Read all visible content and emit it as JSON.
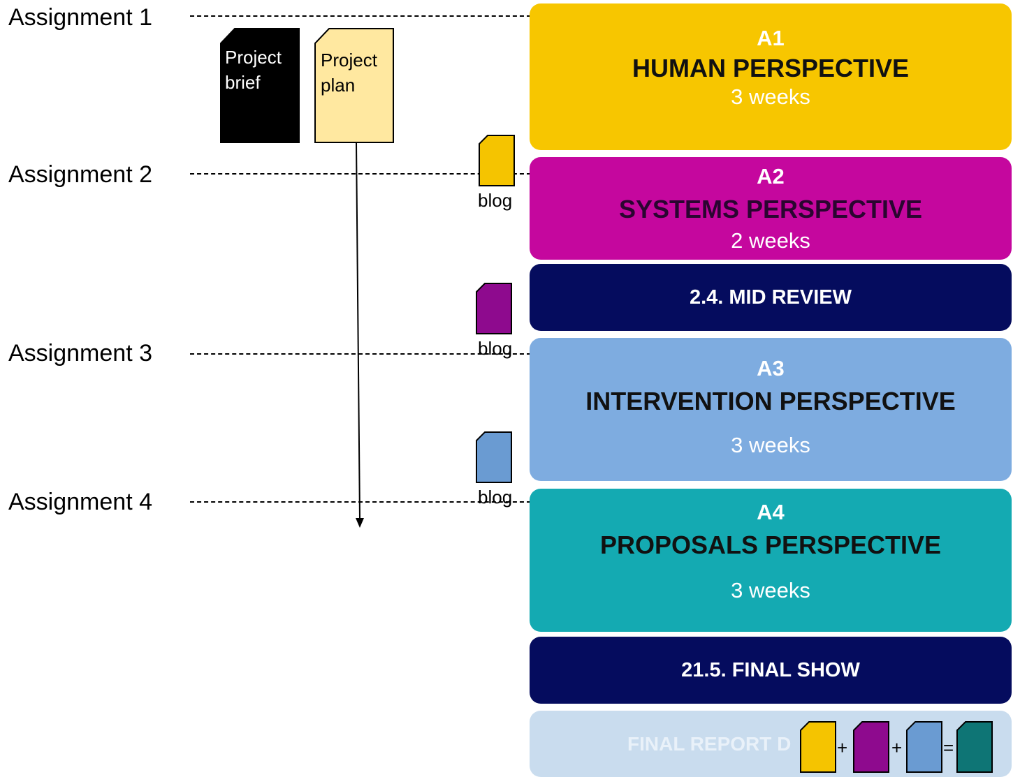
{
  "assignments": [
    {
      "label": "Assignment 1"
    },
    {
      "label": "Assignment 2"
    },
    {
      "label": "Assignment 3"
    },
    {
      "label": "Assignment 4"
    }
  ],
  "documents": {
    "brief": {
      "line1": "Project",
      "line2": "brief",
      "color": "#000000"
    },
    "plan": {
      "line1": "Project",
      "line2": "plan",
      "color": "#FFE8A0"
    }
  },
  "blogs": [
    {
      "label": "blog",
      "color": "#F5C400"
    },
    {
      "label": "blog",
      "color": "#8E0A8E"
    },
    {
      "label": "blog",
      "color": "#6A9BD2"
    }
  ],
  "phases": [
    {
      "code": "A1",
      "title": "HUMAN PERSPECTIVE",
      "duration": "3 weeks",
      "color": "#F7C600"
    },
    {
      "code": "A2",
      "title": "SYSTEMS PERSPECTIVE",
      "duration": "2 weeks",
      "color": "#C5079E"
    },
    {
      "title": "2.4. MID REVIEW",
      "color": "#050C5E"
    },
    {
      "code": "A3",
      "title": "INTERVENTION PERSPECTIVE",
      "duration": "3 weeks",
      "color": "#7EACE0"
    },
    {
      "code": "A4",
      "title": "PROPOSALS PERSPECTIVE",
      "duration": "3 weeks",
      "color": "#14AAB2"
    },
    {
      "title": "21.5. FINAL SHOW",
      "color": "#050C5E"
    },
    {
      "title": "FINAL REPORT D",
      "color": "#C9DCEE"
    }
  ],
  "equation": {
    "plus": "+",
    "equals": "=",
    "colors": [
      "#F5C400",
      "#8E0A8E",
      "#6A9BD2",
      "#0E7575"
    ]
  }
}
